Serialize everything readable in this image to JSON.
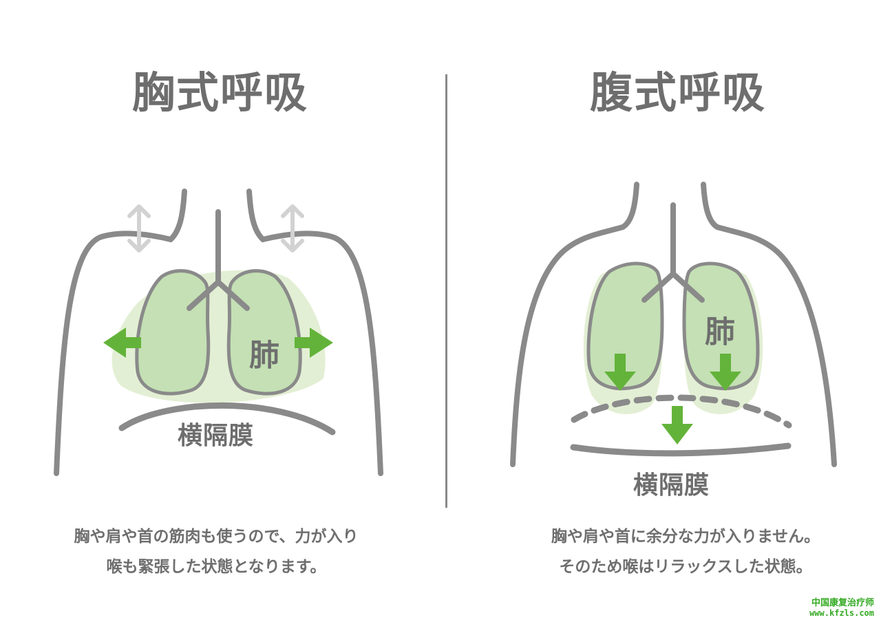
{
  "colors": {
    "outline": "#8a8a8a",
    "lung_fill": "#c4e0b4",
    "expansion_fill": "#e3efd4",
    "arrow_green": "#63b33a",
    "arrow_gray": "#d2d2d2",
    "text": "#6e6e6e",
    "watermark": "#33aa22"
  },
  "left_panel": {
    "title": "胸式呼吸",
    "lung_label": "肺",
    "diaphragm_label": "横隔膜",
    "caption_line1": "胸や肩や首の筋肉も使うので、力が入り",
    "caption_line2": "喉も緊張した状態となります。"
  },
  "right_panel": {
    "title": "腹式呼吸",
    "lung_label": "肺",
    "diaphragm_label": "横隔膜",
    "caption_line1": "胸や肩や首に余分な力が入りません。",
    "caption_line2": "そのため喉はリラックスした状態。"
  },
  "watermark": {
    "line1": "中国康复治疗师",
    "line2": "www.kfzls.com"
  }
}
